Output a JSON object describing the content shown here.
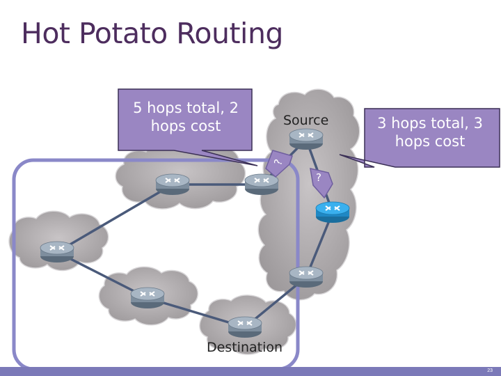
{
  "slide": {
    "title": "Hot Potato Routing",
    "page_number": "23"
  },
  "callouts": {
    "left": "5 hops total, 2 hops cost",
    "right": "3 hops total, 3 hops cost"
  },
  "labels": {
    "source": "Source",
    "destination": "Destination",
    "question_left": "?",
    "question_right": "?"
  },
  "colors": {
    "title": "#4d2d5e",
    "callout": "#9a86c2",
    "region": "#8a88c8",
    "cloud": "#a8a4a6",
    "link": "#4a5a7a",
    "router": "#8a9aaa",
    "router_highlight": "#2aa0e0",
    "footer": "#7b79b8"
  },
  "icons": {
    "router": "router-icon",
    "cloud": "cloud-icon"
  }
}
